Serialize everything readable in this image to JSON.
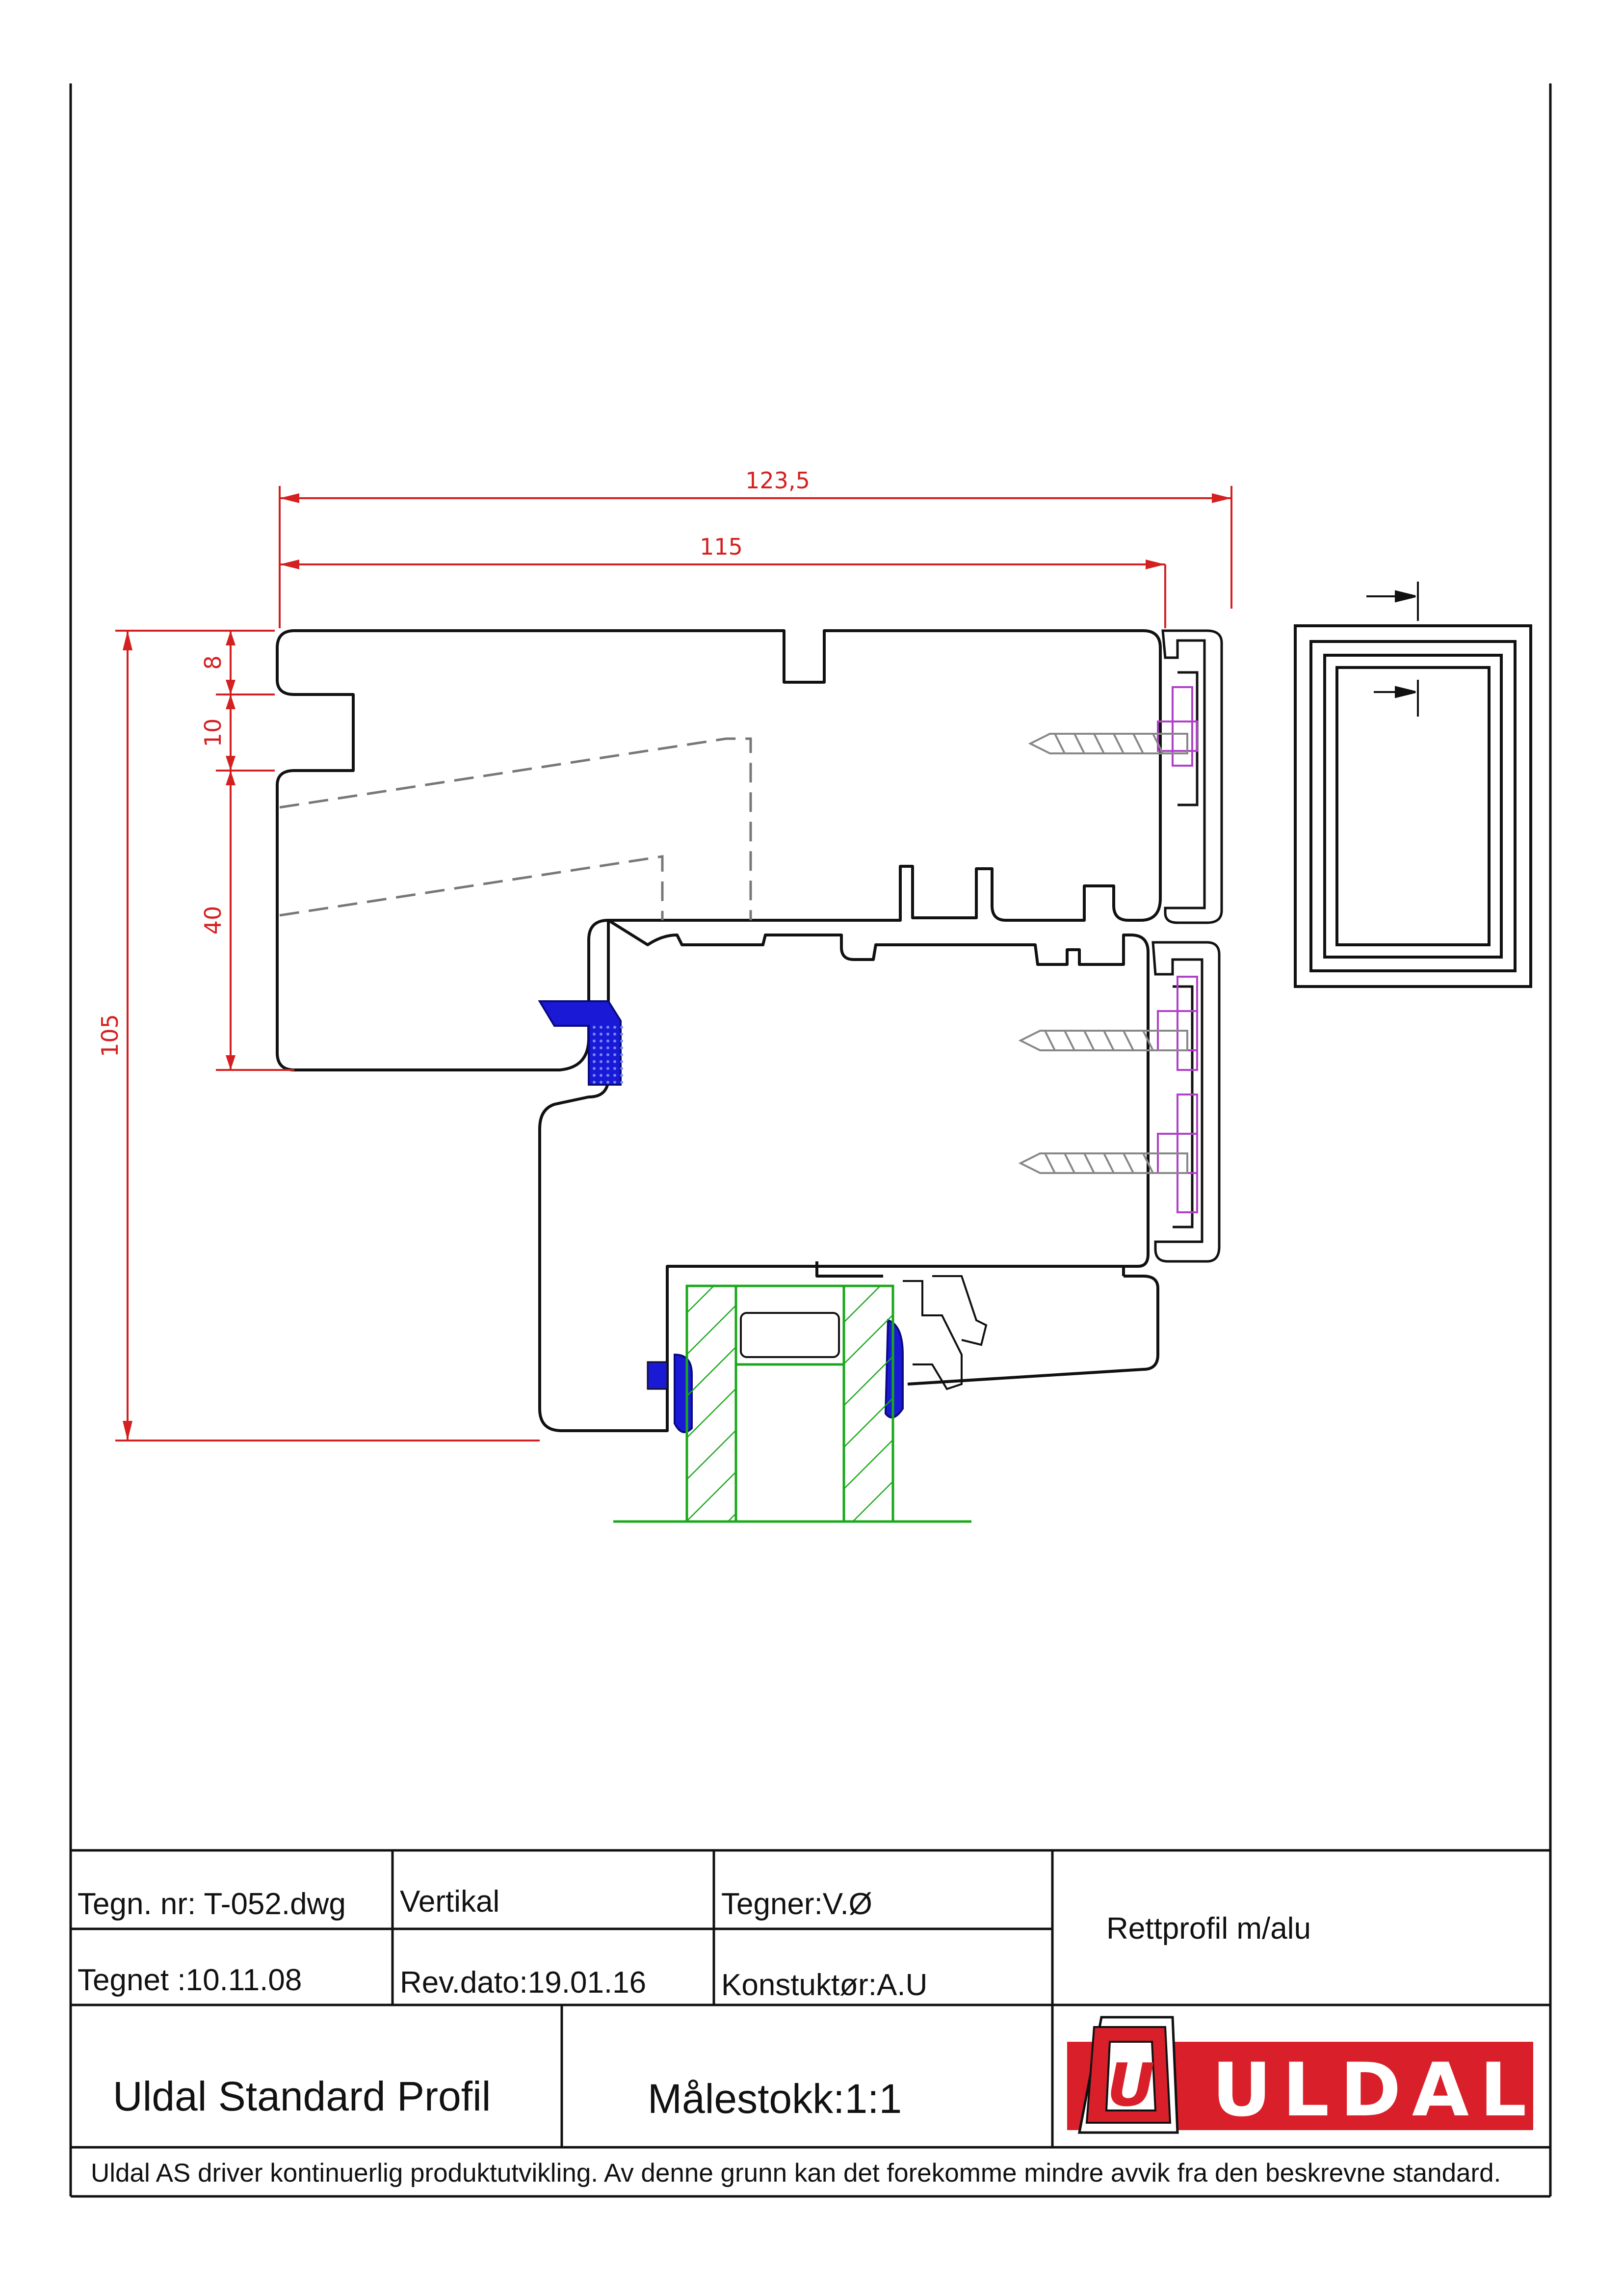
{
  "dimensions": {
    "overall_width": "123,5",
    "frame_width": "115",
    "height": "105",
    "seg_8": "8",
    "seg_10": "10",
    "seg_40": "40"
  },
  "title_block": {
    "drawing_no": "Tegn. nr: T-052.dwg",
    "view": "Vertikal",
    "drawn_by": "Tegner:V.Ø",
    "drawn_date": "Tegnet :10.11.08",
    "rev_date": "Rev.dato:19.01.16",
    "constructor": "Konstuktør:A.U",
    "description": "Rettprofil m/alu",
    "series": "Uldal Standard Profil",
    "scale": "Målestokk:1:1",
    "disclaimer": "Uldal AS driver kontinuerlig produktutvikling. Av denne grunn kan det forekomme mindre avvik fra den beskrevne standard."
  },
  "logo": {
    "mark_letter": "U",
    "name": "ULDAL"
  },
  "colors": {
    "outline": "#111111",
    "dimension": "#d42020",
    "gasket": "#1a1ad6",
    "glazing_bead": "#1aa81a",
    "fitting": "#b040c8",
    "hidden_line": "#777777",
    "logo_red": "#d9202a"
  }
}
